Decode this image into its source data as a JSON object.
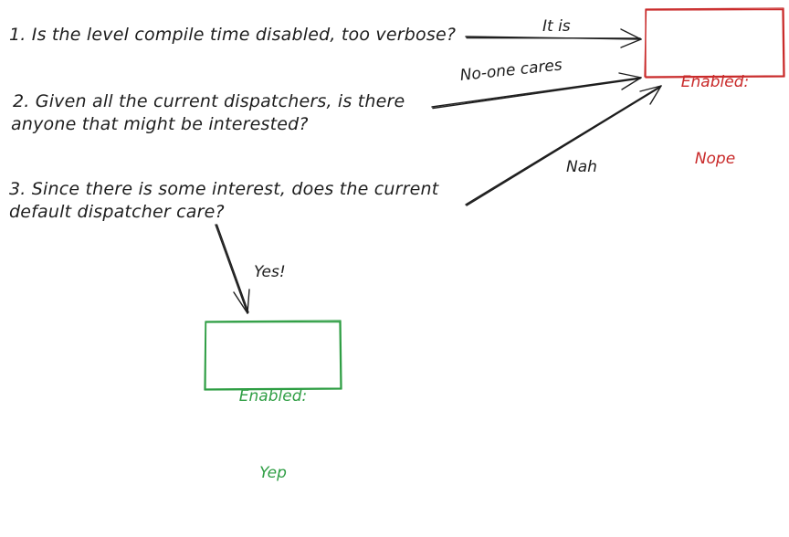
{
  "questions": {
    "q1": "1. Is the level compile time disabled, too verbose?",
    "q2_line1": "2. Given all the current dispatchers, is there",
    "q2_line2": "anyone that might be interested?",
    "q3_line1": "3. Since there is some interest, does the current",
    "q3_line2": "default dispatcher care?"
  },
  "edge_labels": {
    "it_is": "It is",
    "no_one_cares": "No-one cares",
    "nah": "Nah",
    "yes": "Yes!"
  },
  "boxes": {
    "nope": {
      "line1": "Enabled:",
      "line2": "Nope"
    },
    "yep": {
      "line1": "Enabled:",
      "line2": "Yep"
    }
  },
  "colors": {
    "ink": "#1e1e1e",
    "nope": "#c92a2a",
    "yep": "#2f9e44"
  }
}
